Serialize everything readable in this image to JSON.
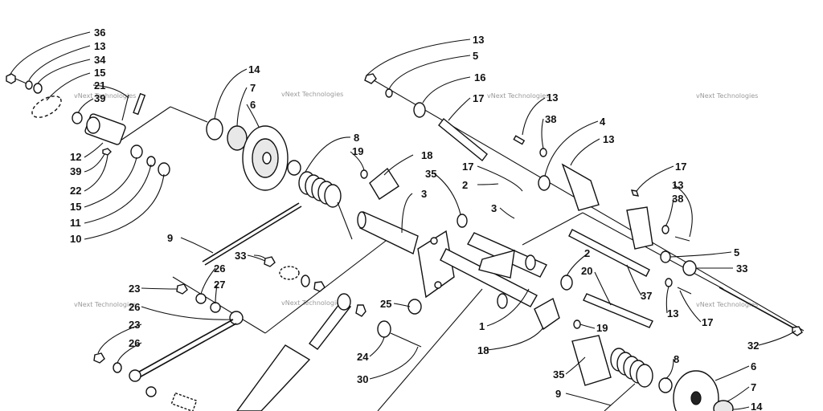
{
  "diagram": {
    "callouts": [
      {
        "id": "c36a",
        "text": "36"
      },
      {
        "id": "c13a",
        "text": "13"
      },
      {
        "id": "c34",
        "text": "34"
      },
      {
        "id": "c15a",
        "text": "15"
      },
      {
        "id": "c21",
        "text": "21"
      },
      {
        "id": "c39a",
        "text": "39"
      },
      {
        "id": "c12",
        "text": "12"
      },
      {
        "id": "c39b",
        "text": "39"
      },
      {
        "id": "c22",
        "text": "22"
      },
      {
        "id": "c15b",
        "text": "15"
      },
      {
        "id": "c11",
        "text": "11"
      },
      {
        "id": "c10",
        "text": "10"
      },
      {
        "id": "c14a",
        "text": "14"
      },
      {
        "id": "c7a",
        "text": "7"
      },
      {
        "id": "c6a",
        "text": "6"
      },
      {
        "id": "c8a",
        "text": "8"
      },
      {
        "id": "c19a",
        "text": "19"
      },
      {
        "id": "c18a",
        "text": "18"
      },
      {
        "id": "c9a",
        "text": "9"
      },
      {
        "id": "c33a",
        "text": "33"
      },
      {
        "id": "c13b",
        "text": "13"
      },
      {
        "id": "c5a",
        "text": "5"
      },
      {
        "id": "c16",
        "text": "16"
      },
      {
        "id": "c17a",
        "text": "17"
      },
      {
        "id": "c13c",
        "text": "13"
      },
      {
        "id": "c38a",
        "text": "38"
      },
      {
        "id": "c4",
        "text": "4"
      },
      {
        "id": "c13d",
        "text": "13"
      },
      {
        "id": "c17b",
        "text": "17"
      },
      {
        "id": "c2a",
        "text": "2"
      },
      {
        "id": "c35a",
        "text": "35"
      },
      {
        "id": "c3a",
        "text": "3"
      },
      {
        "id": "c3b",
        "text": "3"
      },
      {
        "id": "c17c",
        "text": "17"
      },
      {
        "id": "c13e",
        "text": "13"
      },
      {
        "id": "c38b",
        "text": "38"
      },
      {
        "id": "c5b",
        "text": "5"
      },
      {
        "id": "c33b",
        "text": "33"
      },
      {
        "id": "c26a",
        "text": "26"
      },
      {
        "id": "c27",
        "text": "27"
      },
      {
        "id": "c23a",
        "text": "23"
      },
      {
        "id": "c26b",
        "text": "26"
      },
      {
        "id": "c23b",
        "text": "23"
      },
      {
        "id": "c26c",
        "text": "26"
      },
      {
        "id": "c25",
        "text": "25"
      },
      {
        "id": "c24",
        "text": "24"
      },
      {
        "id": "c30",
        "text": "30"
      },
      {
        "id": "c1",
        "text": "1"
      },
      {
        "id": "c18b",
        "text": "18"
      },
      {
        "id": "c19b",
        "text": "19"
      },
      {
        "id": "c2b",
        "text": "2"
      },
      {
        "id": "c20",
        "text": "20"
      },
      {
        "id": "c37",
        "text": "37"
      },
      {
        "id": "c13f",
        "text": "13"
      },
      {
        "id": "c17d",
        "text": "17"
      },
      {
        "id": "c32",
        "text": "32"
      },
      {
        "id": "c8b",
        "text": "8"
      },
      {
        "id": "c35b",
        "text": "35"
      },
      {
        "id": "c9b",
        "text": "9"
      },
      {
        "id": "c6b",
        "text": "6"
      },
      {
        "id": "c7b",
        "text": "7"
      },
      {
        "id": "c14b",
        "text": "14"
      }
    ],
    "watermark": "vNext Technologies"
  }
}
